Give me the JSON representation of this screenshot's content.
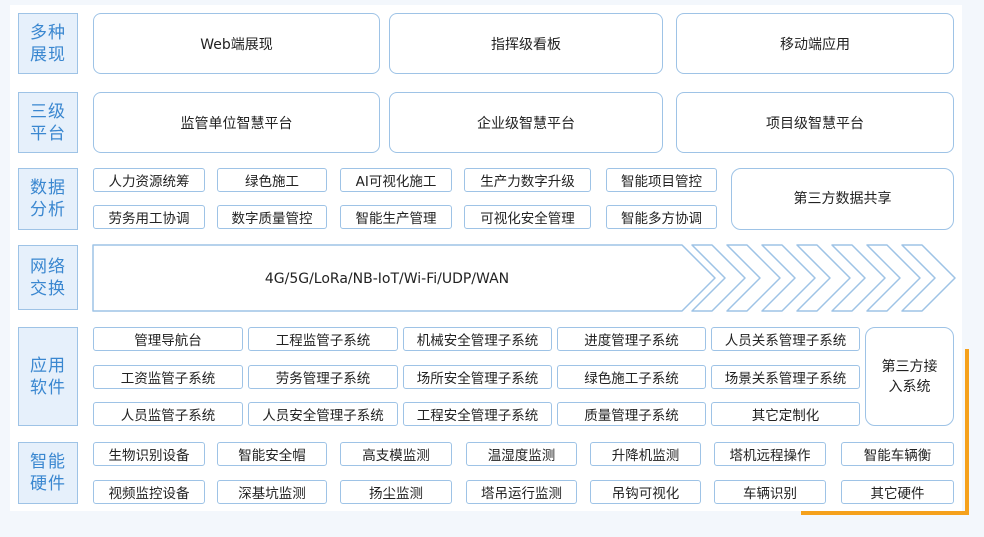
{
  "rows": [
    {
      "label": "多种展现",
      "items": [
        "Web端展现",
        "指挥级看板",
        "移动端应用"
      ]
    },
    {
      "label": "三级平台",
      "items": [
        "监管单位智慧平台",
        "企业级智慧平台",
        "项目级智慧平台"
      ]
    },
    {
      "label": "数据分析",
      "items": [
        "人力资源统筹",
        "绿色施工",
        "AI可视化施工",
        "生产力数字升级",
        "智能项目管控",
        "劳务用工协调",
        "数字质量管控",
        "智能生产管理",
        "可视化安全管理",
        "智能多方协调"
      ],
      "side": "第三方数据共享"
    },
    {
      "label": "网络交换",
      "banner": "4G/5G/LoRa/NB-IoT/Wi-Fi/UDP/WAN"
    },
    {
      "label": "应用软件",
      "items": [
        "管理导航台",
        "工程监管子系统",
        "机械安全管理子系统",
        "进度管理子系统",
        "人员关系管理子系统",
        "工资监管子系统",
        "劳务管理子系统",
        "场所安全管理子系统",
        "绿色施工子系统",
        "场景关系管理子系统",
        "人员监管子系统",
        "人员安全管理子系统",
        "工程安全管理子系统",
        "质量管理子系统",
        "其它定制化"
      ],
      "side": "第三方接入系统"
    },
    {
      "label": "智能硬件",
      "items": [
        "生物识别设备",
        "智能安全帽",
        "高支模监测",
        "温湿度监测",
        "升降机监测",
        "塔机远程操作",
        "智能车辆衡",
        "视频监控设备",
        "深基坑监测",
        "扬尘监测",
        "塔吊运行监测",
        "吊钩可视化",
        "车辆识别",
        "其它硬件"
      ]
    }
  ],
  "colors": {
    "border": "#9ec3e6",
    "category_text": "#3a87d0",
    "category_bg": "#e6f0fb",
    "accent": "#f5a11c"
  }
}
